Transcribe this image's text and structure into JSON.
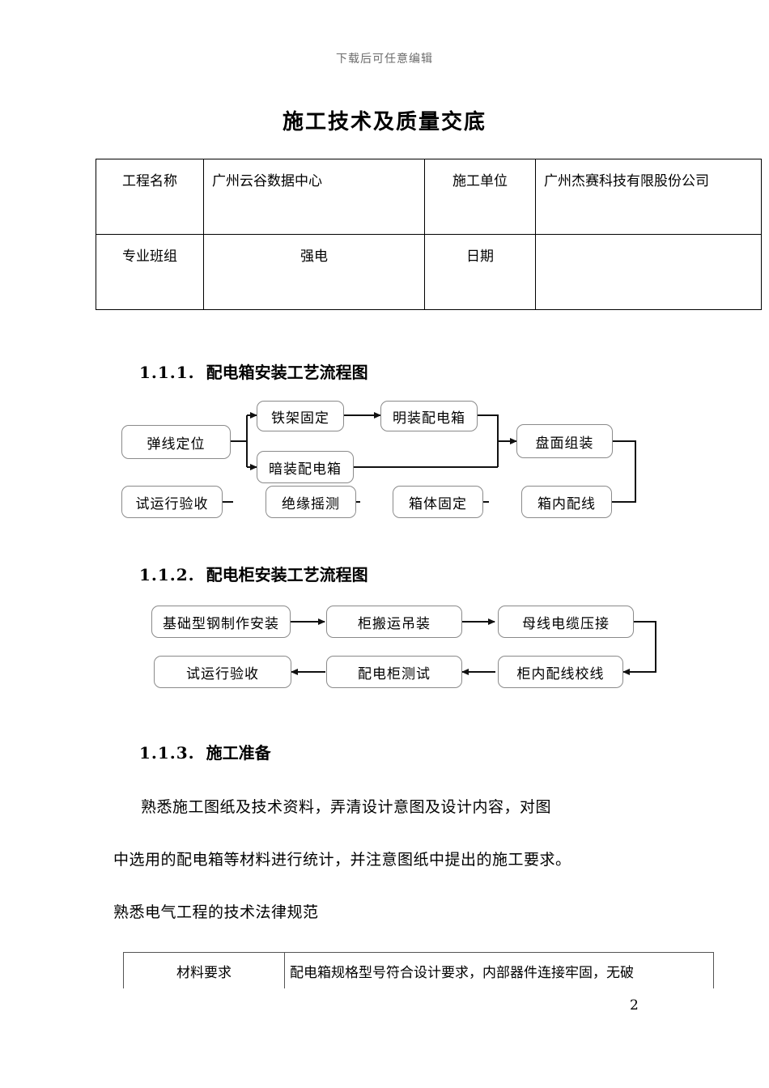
{
  "header": {
    "watermark_text": "下载后可任意编辑"
  },
  "title": "施工技术及质量交底",
  "info_table": {
    "rows": [
      {
        "label1": "工程名称",
        "value1": "广州云谷数据中心",
        "label2": "施工单位",
        "value2": "广州杰赛科技有限股份公司"
      },
      {
        "label1": "专业班组",
        "value1": "强电",
        "label2": "日期",
        "value2": ""
      }
    ]
  },
  "sections": [
    {
      "number": "1.1.1.",
      "title": "配电箱安装工艺流程图"
    },
    {
      "number": "1.1.2.",
      "title": "配电柜安装工艺流程图"
    },
    {
      "number": "1.1.3.",
      "title": "施工准备"
    }
  ],
  "flow1": {
    "nodes": [
      {
        "id": "n1",
        "label": "弹线定位"
      },
      {
        "id": "n2",
        "label": "铁架固定"
      },
      {
        "id": "n3",
        "label": "暗装配电箱"
      },
      {
        "id": "n4",
        "label": "明装配电箱"
      },
      {
        "id": "n5",
        "label": "盘面组装"
      },
      {
        "id": "n6",
        "label": "箱内配线"
      },
      {
        "id": "n7",
        "label": "箱体固定"
      },
      {
        "id": "n8",
        "label": "绝缘摇测"
      },
      {
        "id": "n9",
        "label": "试运行验收"
      }
    ]
  },
  "flow2": {
    "nodes": [
      {
        "id": "m1",
        "label": "基础型钢制作安装"
      },
      {
        "id": "m2",
        "label": "柜搬运吊装"
      },
      {
        "id": "m3",
        "label": "母线电缆压接"
      },
      {
        "id": "m4",
        "label": "柜内配线校线"
      },
      {
        "id": "m5",
        "label": "配电柜测试"
      },
      {
        "id": "m6",
        "label": "试运行验收"
      }
    ]
  },
  "body": {
    "paragraph1": "熟悉施工图纸及技术资料，弄清设计意图及设计内容，对图",
    "paragraph2": "中选用的配电箱等材料进行统计，并注意图纸中提出的施工要求。",
    "paragraph3": "熟悉电气工程的技术法律规范"
  },
  "bottom_table": {
    "label": "材料要求",
    "value": "配电箱规格型号符合设计要求，内部器件连接牢固，无破"
  },
  "page_number": "2"
}
